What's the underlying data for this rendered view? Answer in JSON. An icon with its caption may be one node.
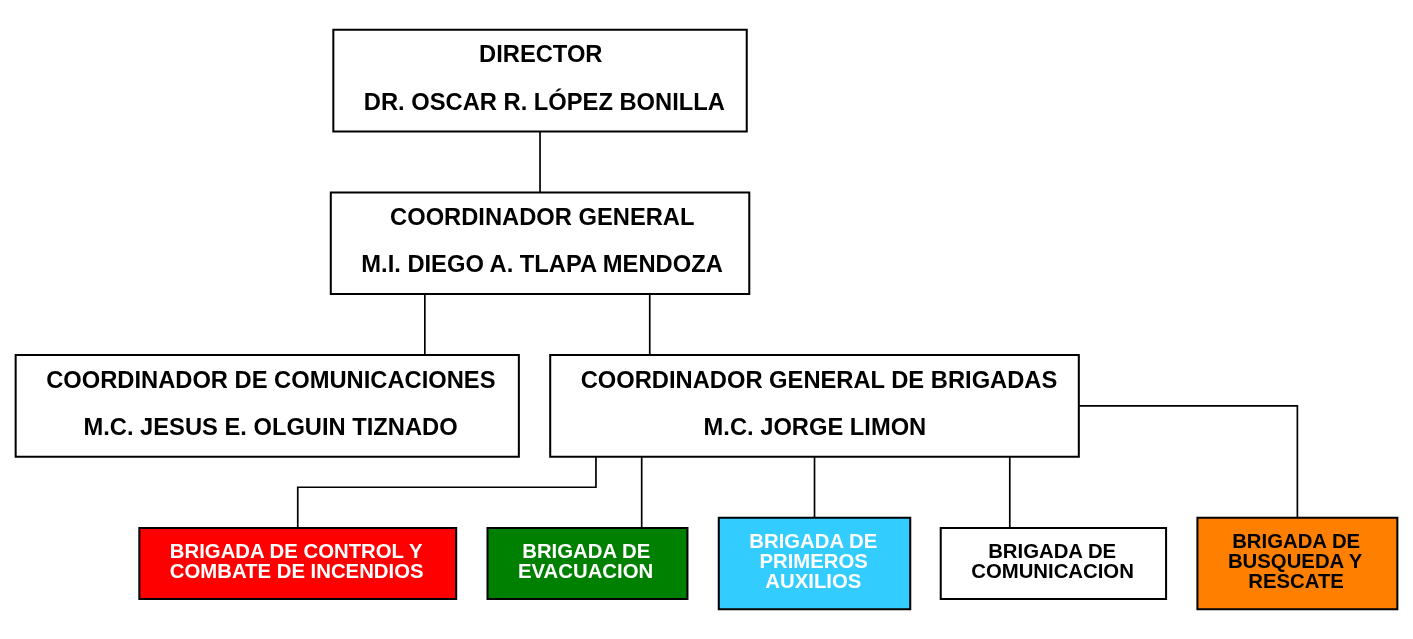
{
  "diagram": {
    "nodes": [
      {
        "text": [
          "DIRECTOR",
          "DR. OSCAR R. LÓPEZ BONILLA"
        ]
      },
      {
        "text": [
          "COORDINADOR GENERAL",
          "M.I. DIEGO A. TLAPA MENDOZA"
        ]
      },
      {
        "text": [
          "COORDINADOR DE COMUNICACIONES",
          "M.C. JESUS E. OLGUIN TIZNADO"
        ]
      },
      {
        "text": [
          "COORDINADOR GENERAL DE BRIGADAS",
          "M.C. JORGE LIMON"
        ]
      },
      {
        "text": [
          "BRIGADA DE CONTROL Y COMBATE DE INCENDIOS"
        ]
      },
      {
        "text": [
          "BRIGADA DE EVACUACION"
        ]
      },
      {
        "text": [
          "BRIGADA DE PRIMEROS AUXILIOS"
        ]
      },
      {
        "text": [
          "BRIGADA DE COMUNICACION"
        ]
      },
      {
        "text": [
          "BRIGADA DE BUSQUEDA Y RESCATE"
        ]
      }
    ],
    "edges": [
      {
        "from": 0,
        "to": 1,
        "arrow": "none"
      },
      {
        "from": 1,
        "to": 2,
        "arrow": "none"
      },
      {
        "from": 1,
        "to": 3,
        "arrow": "none"
      },
      {
        "from": 3,
        "to": 4,
        "arrow": "none"
      },
      {
        "from": 3,
        "to": 5,
        "arrow": "none"
      },
      {
        "from": 3,
        "to": 6,
        "arrow": "none"
      },
      {
        "from": 3,
        "to": 7,
        "arrow": "none"
      },
      {
        "from": 3,
        "to": 8,
        "arrow": "none"
      }
    ]
  }
}
